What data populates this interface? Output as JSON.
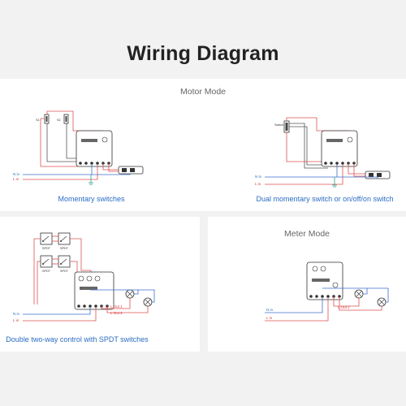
{
  "title": "Wiring Diagram",
  "motor": {
    "header": "Motor Mode",
    "left_caption": "Momentary switches",
    "right_caption": "Dual momentary switch or on/off/on switch"
  },
  "spdt": {
    "caption": "Double two-way control with SPDT switches"
  },
  "meter": {
    "header": "Meter Mode"
  },
  "wire_labels": {
    "neutral": "N in",
    "live": "L in",
    "out1": "L Out 1",
    "out2": "L Out 2",
    "switch": "Switch",
    "spdt": "SPDT"
  },
  "colors": {
    "live_wire": "#e05050",
    "neutral_wire": "#3c6fd0",
    "signal_wire": "#555555",
    "ground_wire": "#2a9d8f",
    "caption": "#2a6dc4"
  }
}
